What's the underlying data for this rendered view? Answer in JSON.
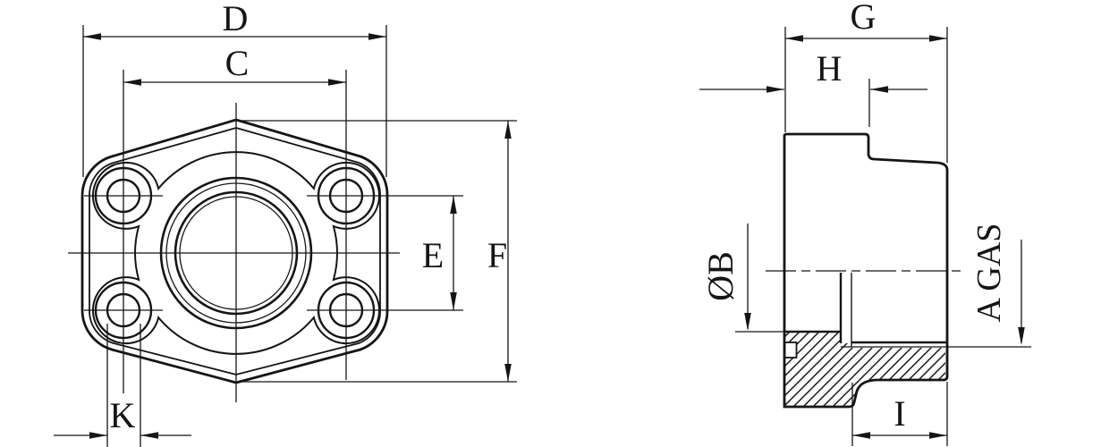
{
  "drawing": {
    "type": "technical-drawing",
    "subject": "4-bolt flange fitting, front view and side half-section view",
    "colors": {
      "line": "#151515",
      "background": "#ffffff"
    },
    "labels": {
      "d": "D",
      "c": "C",
      "e": "E",
      "f": "F",
      "k": "K",
      "g": "G",
      "h": "H",
      "i": "I",
      "bore": "ØB",
      "thread": "A GAS"
    }
  }
}
